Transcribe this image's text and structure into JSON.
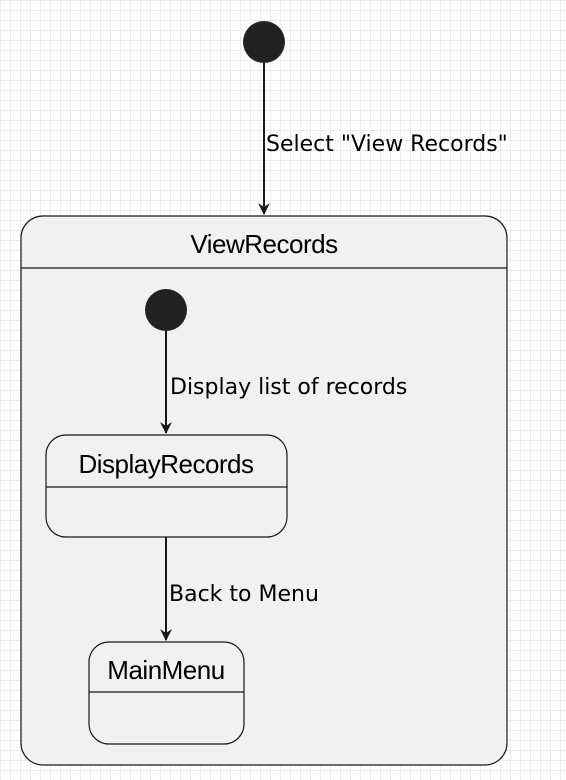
{
  "diagram": {
    "transitions": {
      "entry": "Select \"View Records\"",
      "display": "Display list of records",
      "back": "Back to Menu"
    },
    "states": {
      "composite": "ViewRecords",
      "display_records": "DisplayRecords",
      "main_menu": "MainMenu"
    }
  },
  "colors": {
    "state_fill": "#f1f1f1",
    "stroke": "#181818",
    "initial_node": "#222222"
  }
}
